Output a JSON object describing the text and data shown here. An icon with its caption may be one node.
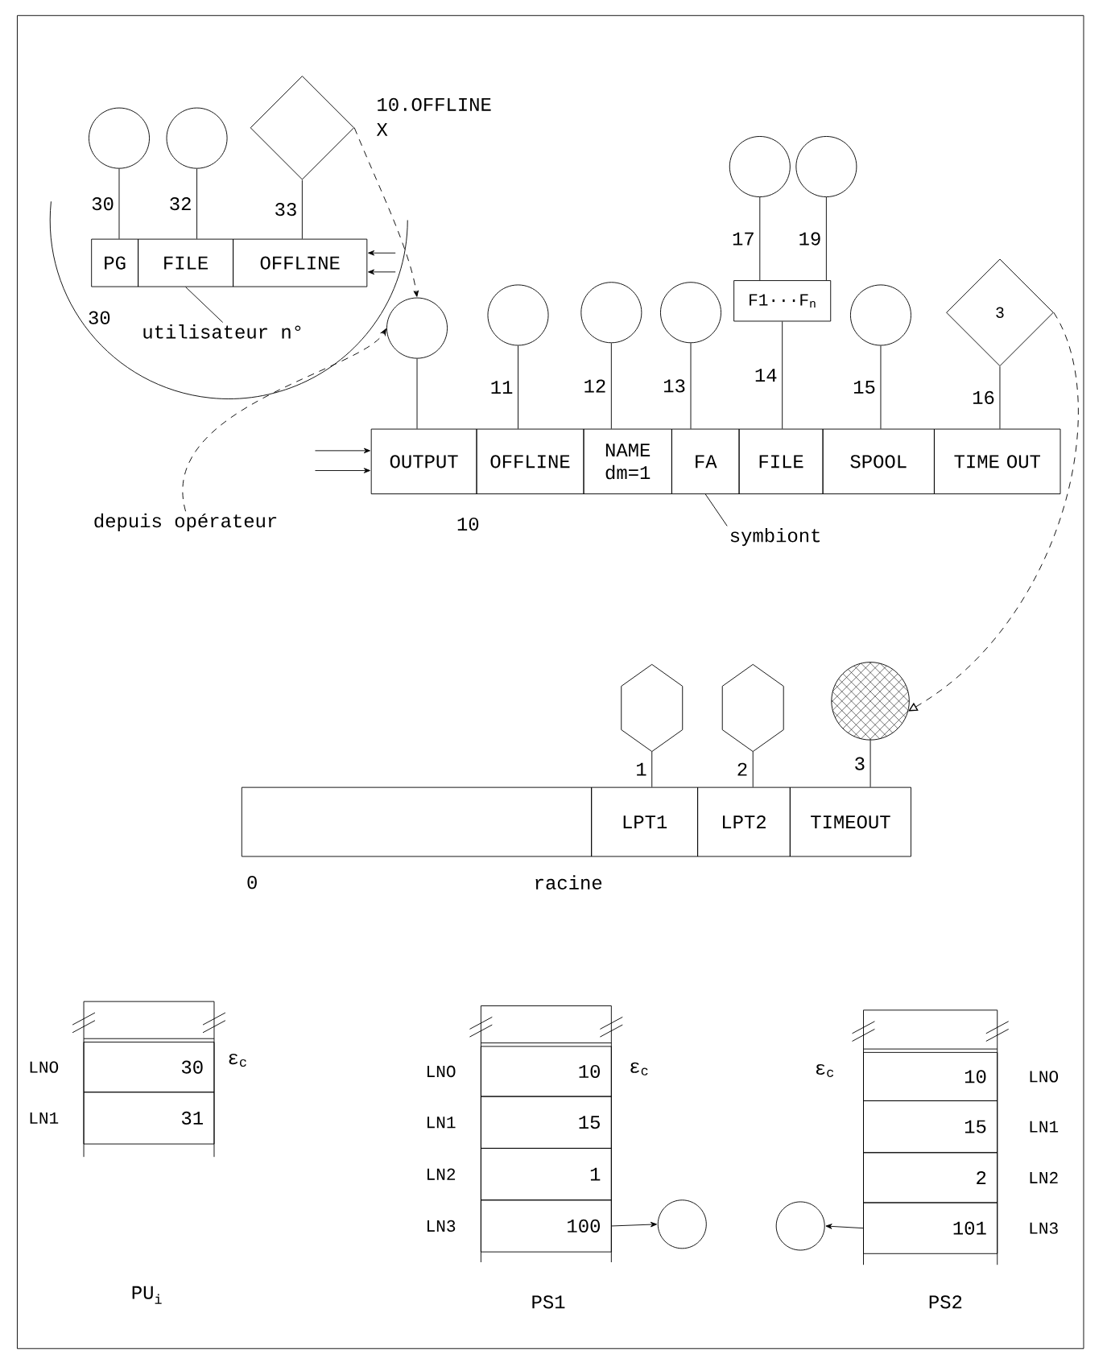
{
  "diagram": {
    "nodes": [
      {
        "text": [],
        "shape": "circle"
      },
      {
        "text": [],
        "shape": "circle"
      },
      {
        "text": [],
        "shape": "diamond",
        "beside": [
          "10.OFFLINE",
          "X"
        ]
      },
      {
        "text": [
          "PG"
        ]
      },
      {
        "text": [
          "FILE"
        ]
      },
      {
        "text": [
          "OFFLINE"
        ]
      },
      {
        "text": [
          "utilisateur n°"
        ]
      },
      {
        "text": [],
        "shape": "circle"
      },
      {
        "text": [],
        "shape": "circle"
      },
      {
        "text": [],
        "shape": "circle"
      },
      {
        "text": [],
        "shape": "circle"
      },
      {
        "text": [],
        "shape": "circle"
      },
      {
        "text": [],
        "shape": "circle"
      },
      {
        "text": [
          "F1···F$_{n}$"
        ]
      },
      {
        "text": [],
        "shape": "circle"
      },
      {
        "text": [
          "3"
        ]
      },
      {
        "text": [
          "OUTPUT"
        ]
      },
      {
        "text": [
          "OFFLINE"
        ]
      },
      {
        "text": [
          "NAME dm=1"
        ]
      },
      {
        "text": [
          "FA"
        ]
      },
      {
        "text": [
          "FILE"
        ]
      },
      {
        "text": [
          "SPOOL"
        ]
      },
      {
        "text": [
          "TIME OUT"
        ]
      },
      {
        "text": [
          "depuis opérateur"
        ]
      },
      {
        "text": [
          "symbiont"
        ]
      },
      {
        "text": [],
        "shape": "hexagon"
      },
      {
        "text": [],
        "shape": "hexagon"
      },
      {
        "text": [],
        "shape": "circle"
      },
      {
        "text": [],
        "shape": "box"
      },
      {
        "text": [
          "LPT1"
        ]
      },
      {
        "text": [
          "LPT2"
        ]
      },
      {
        "text": [
          "TIMEOUT"
        ]
      },
      {
        "text": [
          "30"
        ],
        "beside": [
          "LNO"
        ]
      },
      {
        "text": [
          "31"
        ],
        "beside": [
          "LN1"
        ]
      },
      {
        "text": [
          "10"
        ],
        "beside": [
          "LNO"
        ]
      },
      {
        "text": [
          "15"
        ],
        "beside": [
          "LN1"
        ]
      },
      {
        "text": [
          "1"
        ],
        "beside": [
          "LN2"
        ]
      },
      {
        "text": [
          "100"
        ],
        "beside": [
          "LN3"
        ]
      },
      {
        "text": [],
        "shape": "circle"
      },
      {
        "text": [],
        "shape": "circle"
      },
      {
        "text": [
          "10"
        ],
        "beside": [
          "LNO"
        ]
      },
      {
        "text": [
          "15"
        ],
        "beside": [
          "LN1"
        ]
      },
      {
        "text": [
          "2"
        ],
        "beside": [
          "LN2"
        ]
      },
      {
        "text": [
          "101"
        ],
        "beside": [
          "LN3"
        ]
      }
    ],
    "edges": [
      {
        "from": 0,
        "to": 3,
        "arrow": "none",
        "label": "30"
      },
      {
        "from": 1,
        "to": 4,
        "arrow": "none",
        "label": "32"
      },
      {
        "from": 2,
        "to": 5,
        "arrow": "none",
        "label": "33"
      },
      {
        "from": null,
        "to": 5,
        "arrow": "to"
      },
      {
        "from": null,
        "to": 5,
        "arrow": "to"
      },
      {
        "from": 2,
        "to": 7,
        "arrow": "to",
        "style": "dashed"
      },
      {
        "from": 6,
        "to": 4,
        "arrow": "none"
      },
      {
        "from": 23,
        "to": 7,
        "arrow": "to",
        "style": "dashed"
      },
      {
        "from": 7,
        "to": 16,
        "arrow": "none"
      },
      {
        "from": 8,
        "to": 17,
        "arrow": "none",
        "label": "11"
      },
      {
        "from": 9,
        "to": 18,
        "arrow": "none",
        "label": "12"
      },
      {
        "from": 10,
        "to": 19,
        "arrow": "none",
        "label": "13"
      },
      {
        "from": 11,
        "to": 13,
        "arrow": "none",
        "label": "17"
      },
      {
        "from": 12,
        "to": 13,
        "arrow": "none",
        "label": "19"
      },
      {
        "from": 13,
        "to": 20,
        "arrow": "none",
        "label": "14"
      },
      {
        "from": 14,
        "to": 21,
        "arrow": "none",
        "label": "15"
      },
      {
        "from": 15,
        "to": 22,
        "arrow": "none",
        "label": "16"
      },
      {
        "from": null,
        "to": 16,
        "arrow": "to"
      },
      {
        "from": null,
        "to": 16,
        "arrow": "to"
      },
      {
        "from": 24,
        "to": 19,
        "arrow": "none"
      },
      {
        "from": 15,
        "to": 27,
        "arrow": "to",
        "style": "dashed"
      },
      {
        "from": 25,
        "to": 29,
        "arrow": "none",
        "label": "1"
      },
      {
        "from": 26,
        "to": 30,
        "arrow": "none",
        "label": "2"
      },
      {
        "from": 27,
        "to": 31,
        "arrow": "none",
        "label": "3"
      },
      {
        "from": 37,
        "to": 38,
        "arrow": "to"
      },
      {
        "from": 43,
        "to": 39,
        "arrow": "to"
      }
    ],
    "labels": [
      "30",
      "10",
      "0",
      "racine",
      "ε$_{c}$",
      "ε$_{c}$",
      "ε$_{c}$",
      "PU$_{i}$",
      "PS1",
      "PS2"
    ]
  }
}
